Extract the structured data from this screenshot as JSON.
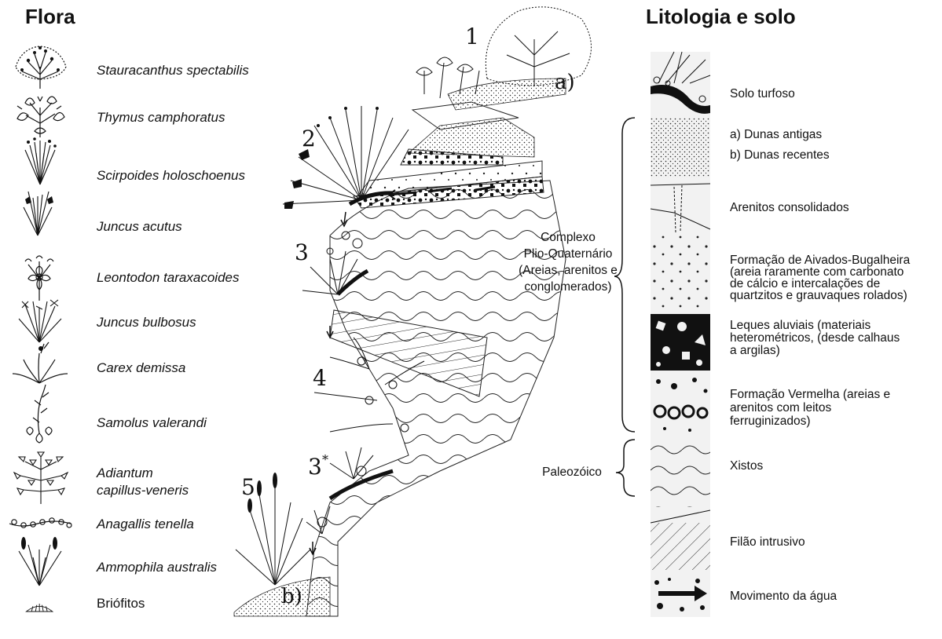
{
  "flora": {
    "heading": "Flora",
    "items": [
      {
        "label": "Stauracanthus spectabilis",
        "icon": "stauracanthus-icon"
      },
      {
        "label": "Thymus camphoratus",
        "icon": "thymus-icon"
      },
      {
        "label": "Scirpoides holoschoenus",
        "icon": "scirpoides-icon"
      },
      {
        "label": "Juncus acutus",
        "icon": "juncus-acutus-icon"
      },
      {
        "label": "Leontodon taraxacoides",
        "icon": "leontodon-icon"
      },
      {
        "label": "Juncus bulbosus",
        "icon": "juncus-bulbosus-icon"
      },
      {
        "label": "Carex demissa",
        "icon": "carex-icon"
      },
      {
        "label": "Samolus valerandi",
        "icon": "samolus-icon"
      },
      {
        "label_line1": "Adiantum",
        "label_line2": "capillus-veneris",
        "icon": "adiantum-icon"
      },
      {
        "label": "Anagallis tenella",
        "icon": "anagallis-icon"
      },
      {
        "label": "Ammophila australis",
        "icon": "ammophila-icon"
      },
      {
        "label": "Briófitos",
        "icon": "briofitos-icon"
      }
    ]
  },
  "profile": {
    "numbers": [
      "1",
      "2",
      "3",
      "4",
      "3",
      "*",
      "5"
    ],
    "sub_labels": [
      "a)",
      "b)"
    ]
  },
  "groups": {
    "complexo": [
      "Complexo",
      "Plio-Quaternário",
      "(Areias, arenitos e",
      "conglomerados)"
    ],
    "paleozoico": "Paleozóico"
  },
  "lithology": {
    "heading": "Litologia e solo",
    "items": [
      {
        "lines": [
          "Solo turfoso"
        ],
        "icon": "solo-turfoso-swatch"
      },
      {
        "lines": [
          "a) Dunas antigas",
          "b) Dunas recentes"
        ],
        "icon": "dunas-swatch"
      },
      {
        "lines": [
          "Arenitos consolidados"
        ],
        "icon": "arenitos-swatch"
      },
      {
        "lines": [
          "Formação de Aivados-Bugalheira",
          "(areia raramente com carbonato",
          "de cálcio e intercalações de",
          "quartzitos e grauvaques rolados)"
        ],
        "icon": "aivados-swatch"
      },
      {
        "lines": [
          "Leques aluviais (materiais",
          "heterométricos, (desde calhaus",
          "a argilas)"
        ],
        "icon": "leques-swatch"
      },
      {
        "lines": [
          "Formação Vermelha (areias e",
          "arenitos com leitos",
          "ferruginizados)"
        ],
        "icon": "vermelha-swatch"
      },
      {
        "lines": [
          "Xistos"
        ],
        "icon": "xistos-swatch"
      },
      {
        "lines": [
          "Filão intrusivo"
        ],
        "icon": "filao-swatch"
      },
      {
        "lines": [
          "Movimento da água"
        ],
        "icon": "agua-swatch"
      }
    ]
  }
}
